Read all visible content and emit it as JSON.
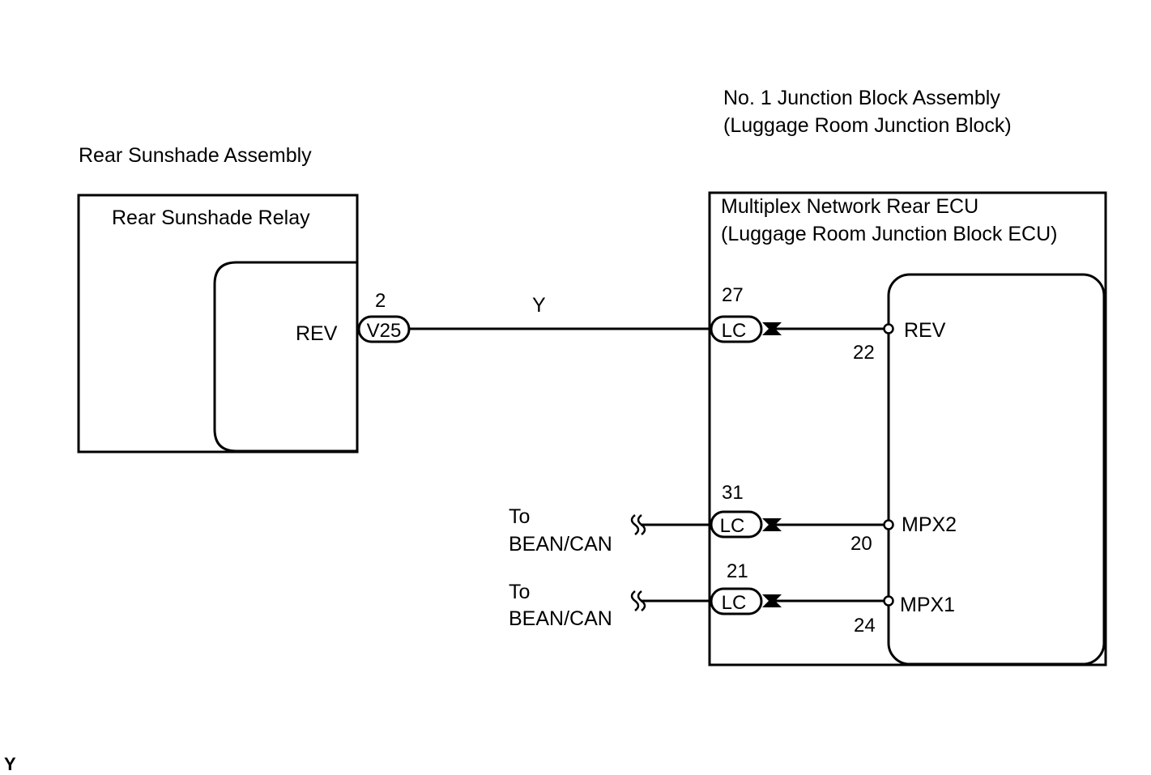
{
  "left_component": {
    "title": "Rear Sunshade Assembly",
    "inner_title": "Rear Sunshade Relay",
    "terminal": "REV",
    "pin": "2",
    "connector": "V25"
  },
  "wire": {
    "color": "Y"
  },
  "right_component": {
    "title_line1": "No. 1 Junction Block Assembly",
    "title_line2": "(Luggage Room Junction Block)",
    "inner_title_line1": "Multiplex Network Rear ECU",
    "inner_title_line2": "(Luggage Room Junction Block ECU)",
    "rows": [
      {
        "outer_pin": "27",
        "connector": "LC",
        "inner_pin": "22",
        "terminal": "REV"
      },
      {
        "outer_pin": "31",
        "connector": "LC",
        "inner_pin": "20",
        "terminal": "MPX2"
      },
      {
        "outer_pin": "21",
        "connector": "LC",
        "inner_pin": "24",
        "terminal": "MPX1"
      }
    ]
  },
  "external": [
    {
      "line1": "To",
      "line2": "BEAN/CAN"
    },
    {
      "line1": "To",
      "line2": "BEAN/CAN"
    }
  ],
  "corner_label": "Y"
}
